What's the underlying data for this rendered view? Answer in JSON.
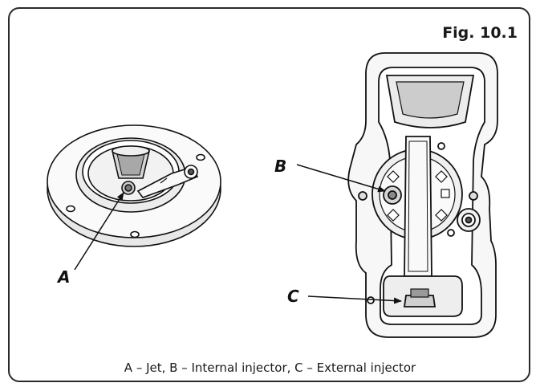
{
  "figure": {
    "label": "Fig. 10.1",
    "caption": "A – Jet,  B – Internal injector,  C – External injector"
  },
  "callouts": {
    "a": "A",
    "b": "B",
    "c": "C"
  },
  "colors": {
    "line": "#111111",
    "fill_light": "#f4f4f4",
    "fill_mid": "#d9d9d9",
    "fill_dark": "#9a9a9a"
  }
}
